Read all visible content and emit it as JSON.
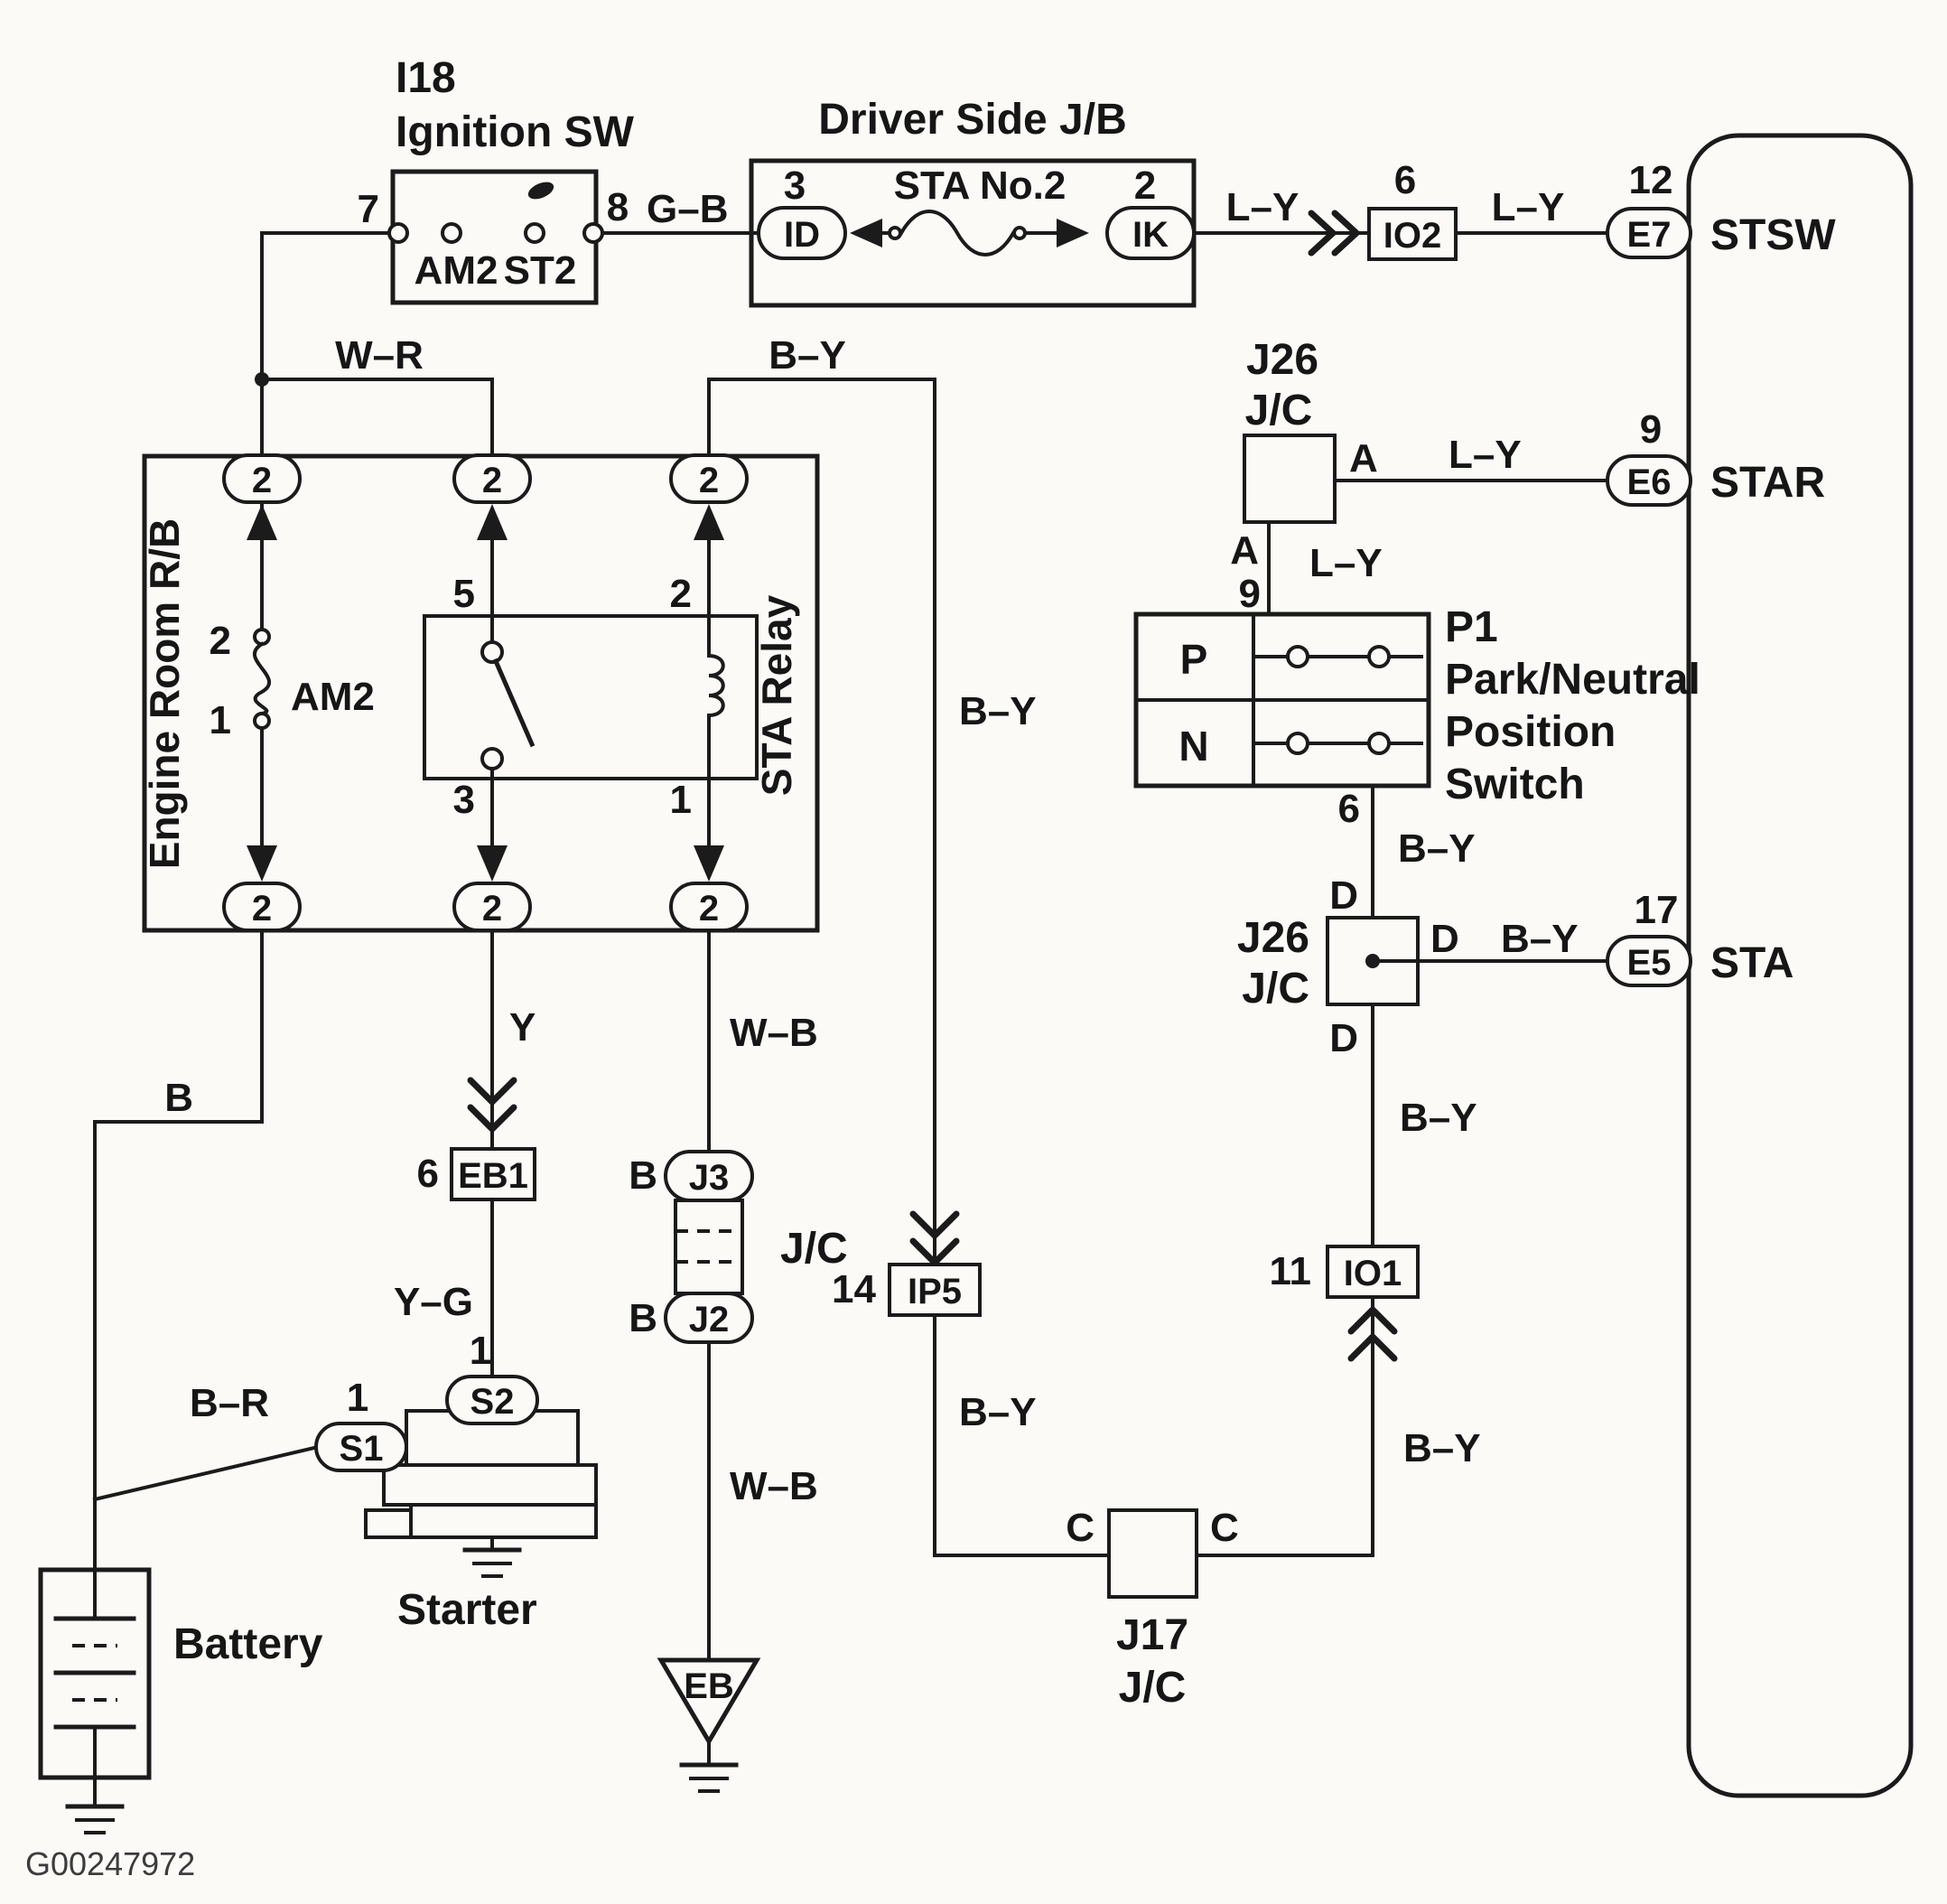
{
  "watermark": "G00247972",
  "wires": {
    "gb": "G–B",
    "ly": "L–Y",
    "wr": "W–R",
    "by": "B–Y",
    "wb": "W–B",
    "y": "Y",
    "yg": "Y–G",
    "b": "B",
    "br": "B–R"
  },
  "ignition_sw": {
    "ref": "I18",
    "title": "Ignition SW",
    "pin7": "7",
    "pin8": "8",
    "am2": "AM2",
    "st2": "ST2"
  },
  "driver_jb": {
    "title": "Driver Side J/B",
    "pin3": "3",
    "id": "ID",
    "fuse": "STA No.2",
    "pin2": "2",
    "ik": "IK"
  },
  "io2": {
    "pin": "6",
    "label": "IO2"
  },
  "io1": {
    "pin": "11",
    "label": "IO1"
  },
  "ip5": {
    "pin": "14",
    "label": "IP5"
  },
  "eb1": {
    "pin": "6",
    "label": "EB1"
  },
  "ecm": {
    "e7": {
      "pin": "12",
      "label": "E7",
      "signal": "STSW"
    },
    "e6": {
      "pin": "9",
      "label": "E6",
      "signal": "STAR"
    },
    "e5": {
      "pin": "17",
      "label": "E5",
      "signal": "STA"
    }
  },
  "engine_room": {
    "title": "Engine Room R/B",
    "conn2": "2",
    "am2_fuse": {
      "label": "AM2",
      "pin2": "2",
      "pin1": "1"
    },
    "sta_relay": {
      "label": "STA Relay",
      "pin5": "5",
      "pin3": "3",
      "pin2": "2",
      "pin1": "1"
    }
  },
  "j26_upper": {
    "ref": "J26",
    "type": "J/C",
    "term_a": "A"
  },
  "j26_lower": {
    "ref": "J26",
    "type": "J/C",
    "term_d": "D"
  },
  "j17": {
    "ref": "J17",
    "type": "J/C",
    "term_c": "C"
  },
  "jc_mid": {
    "label": "J/C",
    "j3": "J3",
    "j2": "J2",
    "term_b": "B"
  },
  "pnp": {
    "pin9": "9",
    "pin6": "6",
    "p": "P",
    "n": "N",
    "ref": "P1",
    "line1": "Park/Neutral",
    "line2": "Position",
    "line3": "Switch"
  },
  "battery": {
    "label": "Battery"
  },
  "starter": {
    "label": "Starter",
    "s1": "S1",
    "s2": "S2",
    "pin1": "1"
  },
  "eb": {
    "label": "EB"
  }
}
